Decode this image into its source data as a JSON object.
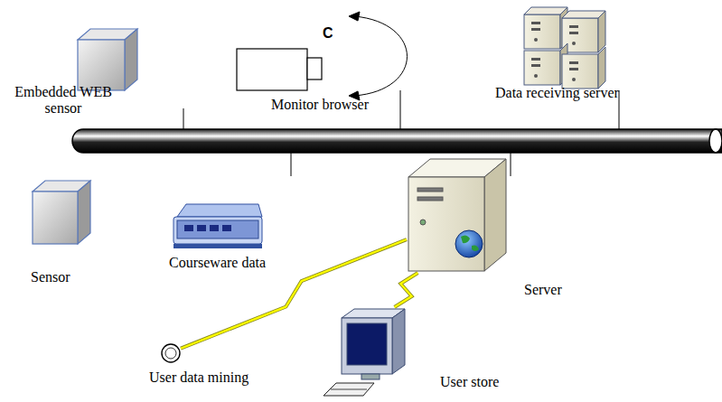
{
  "diagram": {
    "nodes": [
      {
        "text": [
          "Embedded WEB sensor"
        ]
      },
      {
        "text": [
          "Monitor browser"
        ]
      },
      {
        "text": [
          "Data receiving server"
        ]
      },
      {
        "text": [
          "Sensor"
        ]
      },
      {
        "text": [
          "Courseware data"
        ]
      },
      {
        "text": [
          "Server"
        ]
      },
      {
        "text": [
          "User data mining"
        ]
      },
      {
        "text": [
          "User store"
        ]
      }
    ],
    "edges": [
      {
        "from": 5,
        "to": 6,
        "arrow": "none"
      },
      {
        "from": 5,
        "to": 7,
        "arrow": "none"
      }
    ],
    "labels": [
      "C"
    ]
  }
}
